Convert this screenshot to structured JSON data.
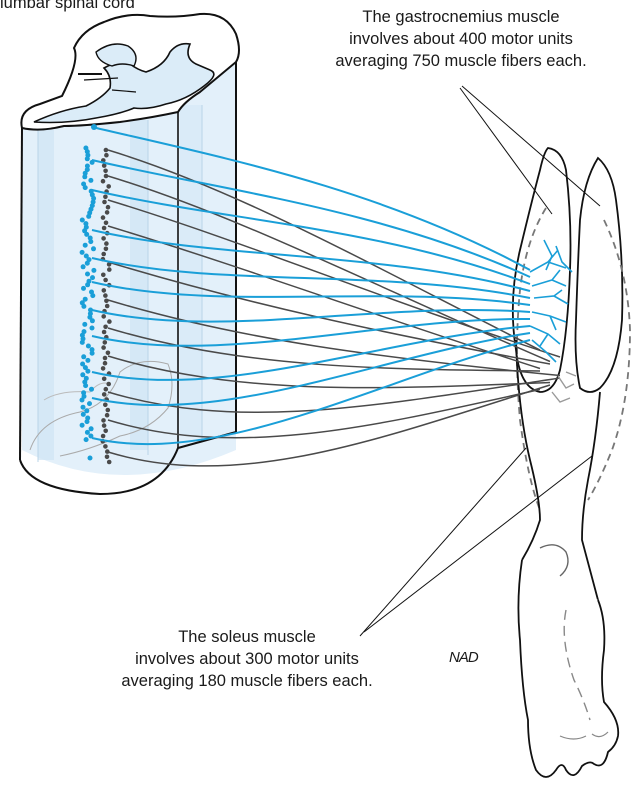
{
  "figure": {
    "corner_label": "lumbar spinal cord",
    "gastrocnemius_caption": [
      "The gastrocnemius muscle",
      "involves about 400 motor units",
      "averaging 750 muscle fibers each."
    ],
    "soleus_caption": [
      "The soleus muscle",
      "involves about 300 motor units",
      "averaging 180 muscle fibers each."
    ],
    "signature": "NAD"
  },
  "colors": {
    "gastrocnemius_neurons": "#1a9fd8",
    "soleus_neurons": "#4a4a4a",
    "cord_fill": "#dcecf8",
    "outline": "#111111"
  }
}
